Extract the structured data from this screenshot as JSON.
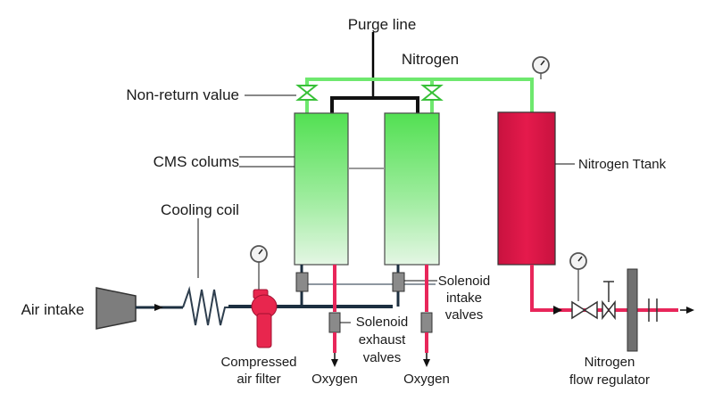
{
  "labels": {
    "purge_line": "Purge line",
    "nitrogen_top": "Nitrogen",
    "non_return_valve": "Non-return value",
    "cms_columns": "CMS colums",
    "cooling_coil": "Cooling coil",
    "air_intake": "Air intake",
    "compressed_filter_1": "Compressed",
    "compressed_filter_2": "air filter",
    "solenoid_exhaust_1": "Solenoid",
    "solenoid_exhaust_2": "exhaust",
    "solenoid_exhaust_3": "valves",
    "solenoid_intake_1": "Solenoid",
    "solenoid_intake_2": "intake",
    "solenoid_intake_3": "valves",
    "oxygen_left": "Oxygen",
    "oxygen_right": "Oxygen",
    "nitrogen_tank": "Nitrogen Ttank",
    "flow_regulator_1": "Nitrogen",
    "flow_regulator_2": "flow regulator"
  },
  "colors": {
    "nitrogen_line": "#6ee86e",
    "air_pipe": "#1c2f40",
    "oxygen_line": "#e8265a",
    "tank_red": "#e0164a",
    "column_green_top": "#52e052",
    "column_green_bottom": "#dff5df",
    "equipment_gray": "#707070",
    "filter_red": "#e8264e"
  }
}
